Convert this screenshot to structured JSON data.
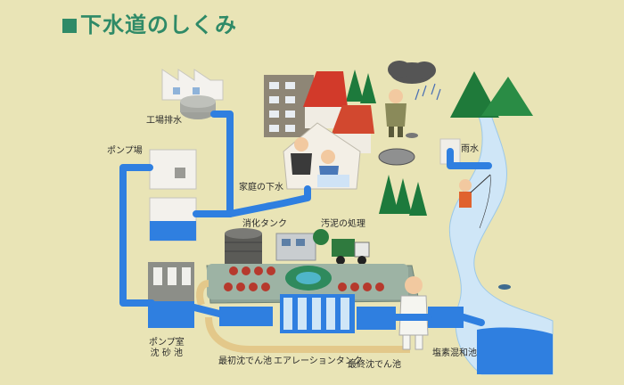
{
  "title": "下水道のしくみ",
  "labels": {
    "factory": "工場排水",
    "pump_station": "ポンプ場",
    "home_sewage": "家庭の下水",
    "rain": "雨水",
    "digestion_tank": "消化タンク",
    "sludge_disposal": "汚泥の処理",
    "pump_room_line1": "ポンプ室",
    "pump_room_line2": "沈 砂 池",
    "primary_sedimentation": "最初沈でん池",
    "aeration_tank": "エアレーションタンク",
    "final_sedimentation": "最終沈でん池",
    "disinfection": "塩素混和池"
  },
  "colors": {
    "background": "#e9e4b6",
    "title": "#2f8a67",
    "pipe": "#2f7fe0",
    "water_light": "#cfe6f7",
    "tank_gray": "#a9aaa4",
    "path_tan": "#e3c88a"
  }
}
